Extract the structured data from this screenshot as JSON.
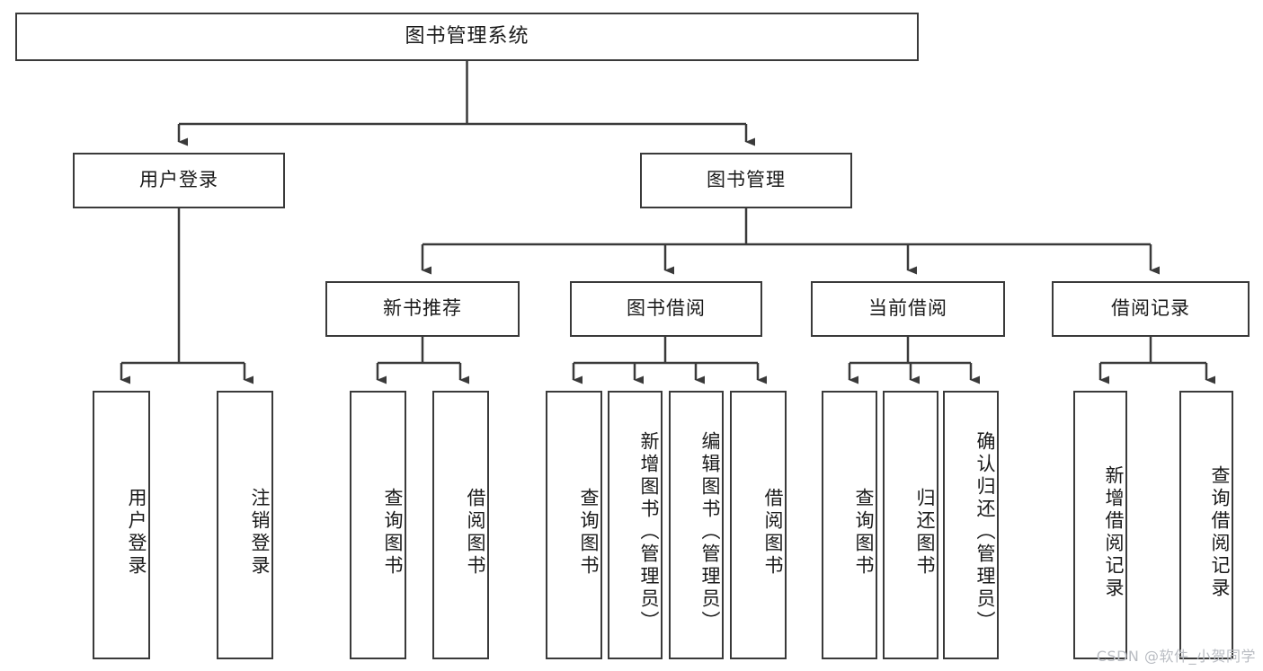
{
  "diagram": {
    "title": "图书管理系统",
    "stroke_color": "#3a3a3a",
    "fill_color": "#ffffff",
    "text_color": "#1a1a1a"
  },
  "nodes": {
    "root": {
      "label": "图书管理系统"
    },
    "level2": [
      {
        "label": "用户登录"
      },
      {
        "label": "图书管理"
      }
    ],
    "level3": [
      {
        "label": "新书推荐"
      },
      {
        "label": "图书借阅"
      },
      {
        "label": "当前借阅"
      },
      {
        "label": "借阅记录"
      }
    ],
    "leaves_user_login": [
      {
        "label": "用户登录"
      },
      {
        "label": "注销登录"
      }
    ],
    "leaves_new_book": [
      {
        "label": "查询图书"
      },
      {
        "label": "借阅图书"
      }
    ],
    "leaves_borrow": [
      {
        "label": "查询图书"
      },
      {
        "label": "新增图书（管理员）"
      },
      {
        "label": "编辑图书（管理员）"
      },
      {
        "label": "借阅图书"
      }
    ],
    "leaves_current": [
      {
        "label": "查询图书"
      },
      {
        "label": "归还图书"
      },
      {
        "label": "确认归还（管理员）"
      }
    ],
    "leaves_record": [
      {
        "label": "新增借阅记录"
      },
      {
        "label": "查询借阅记录"
      }
    ]
  },
  "watermark": {
    "text": "CSDN @软件_小贺同学"
  }
}
